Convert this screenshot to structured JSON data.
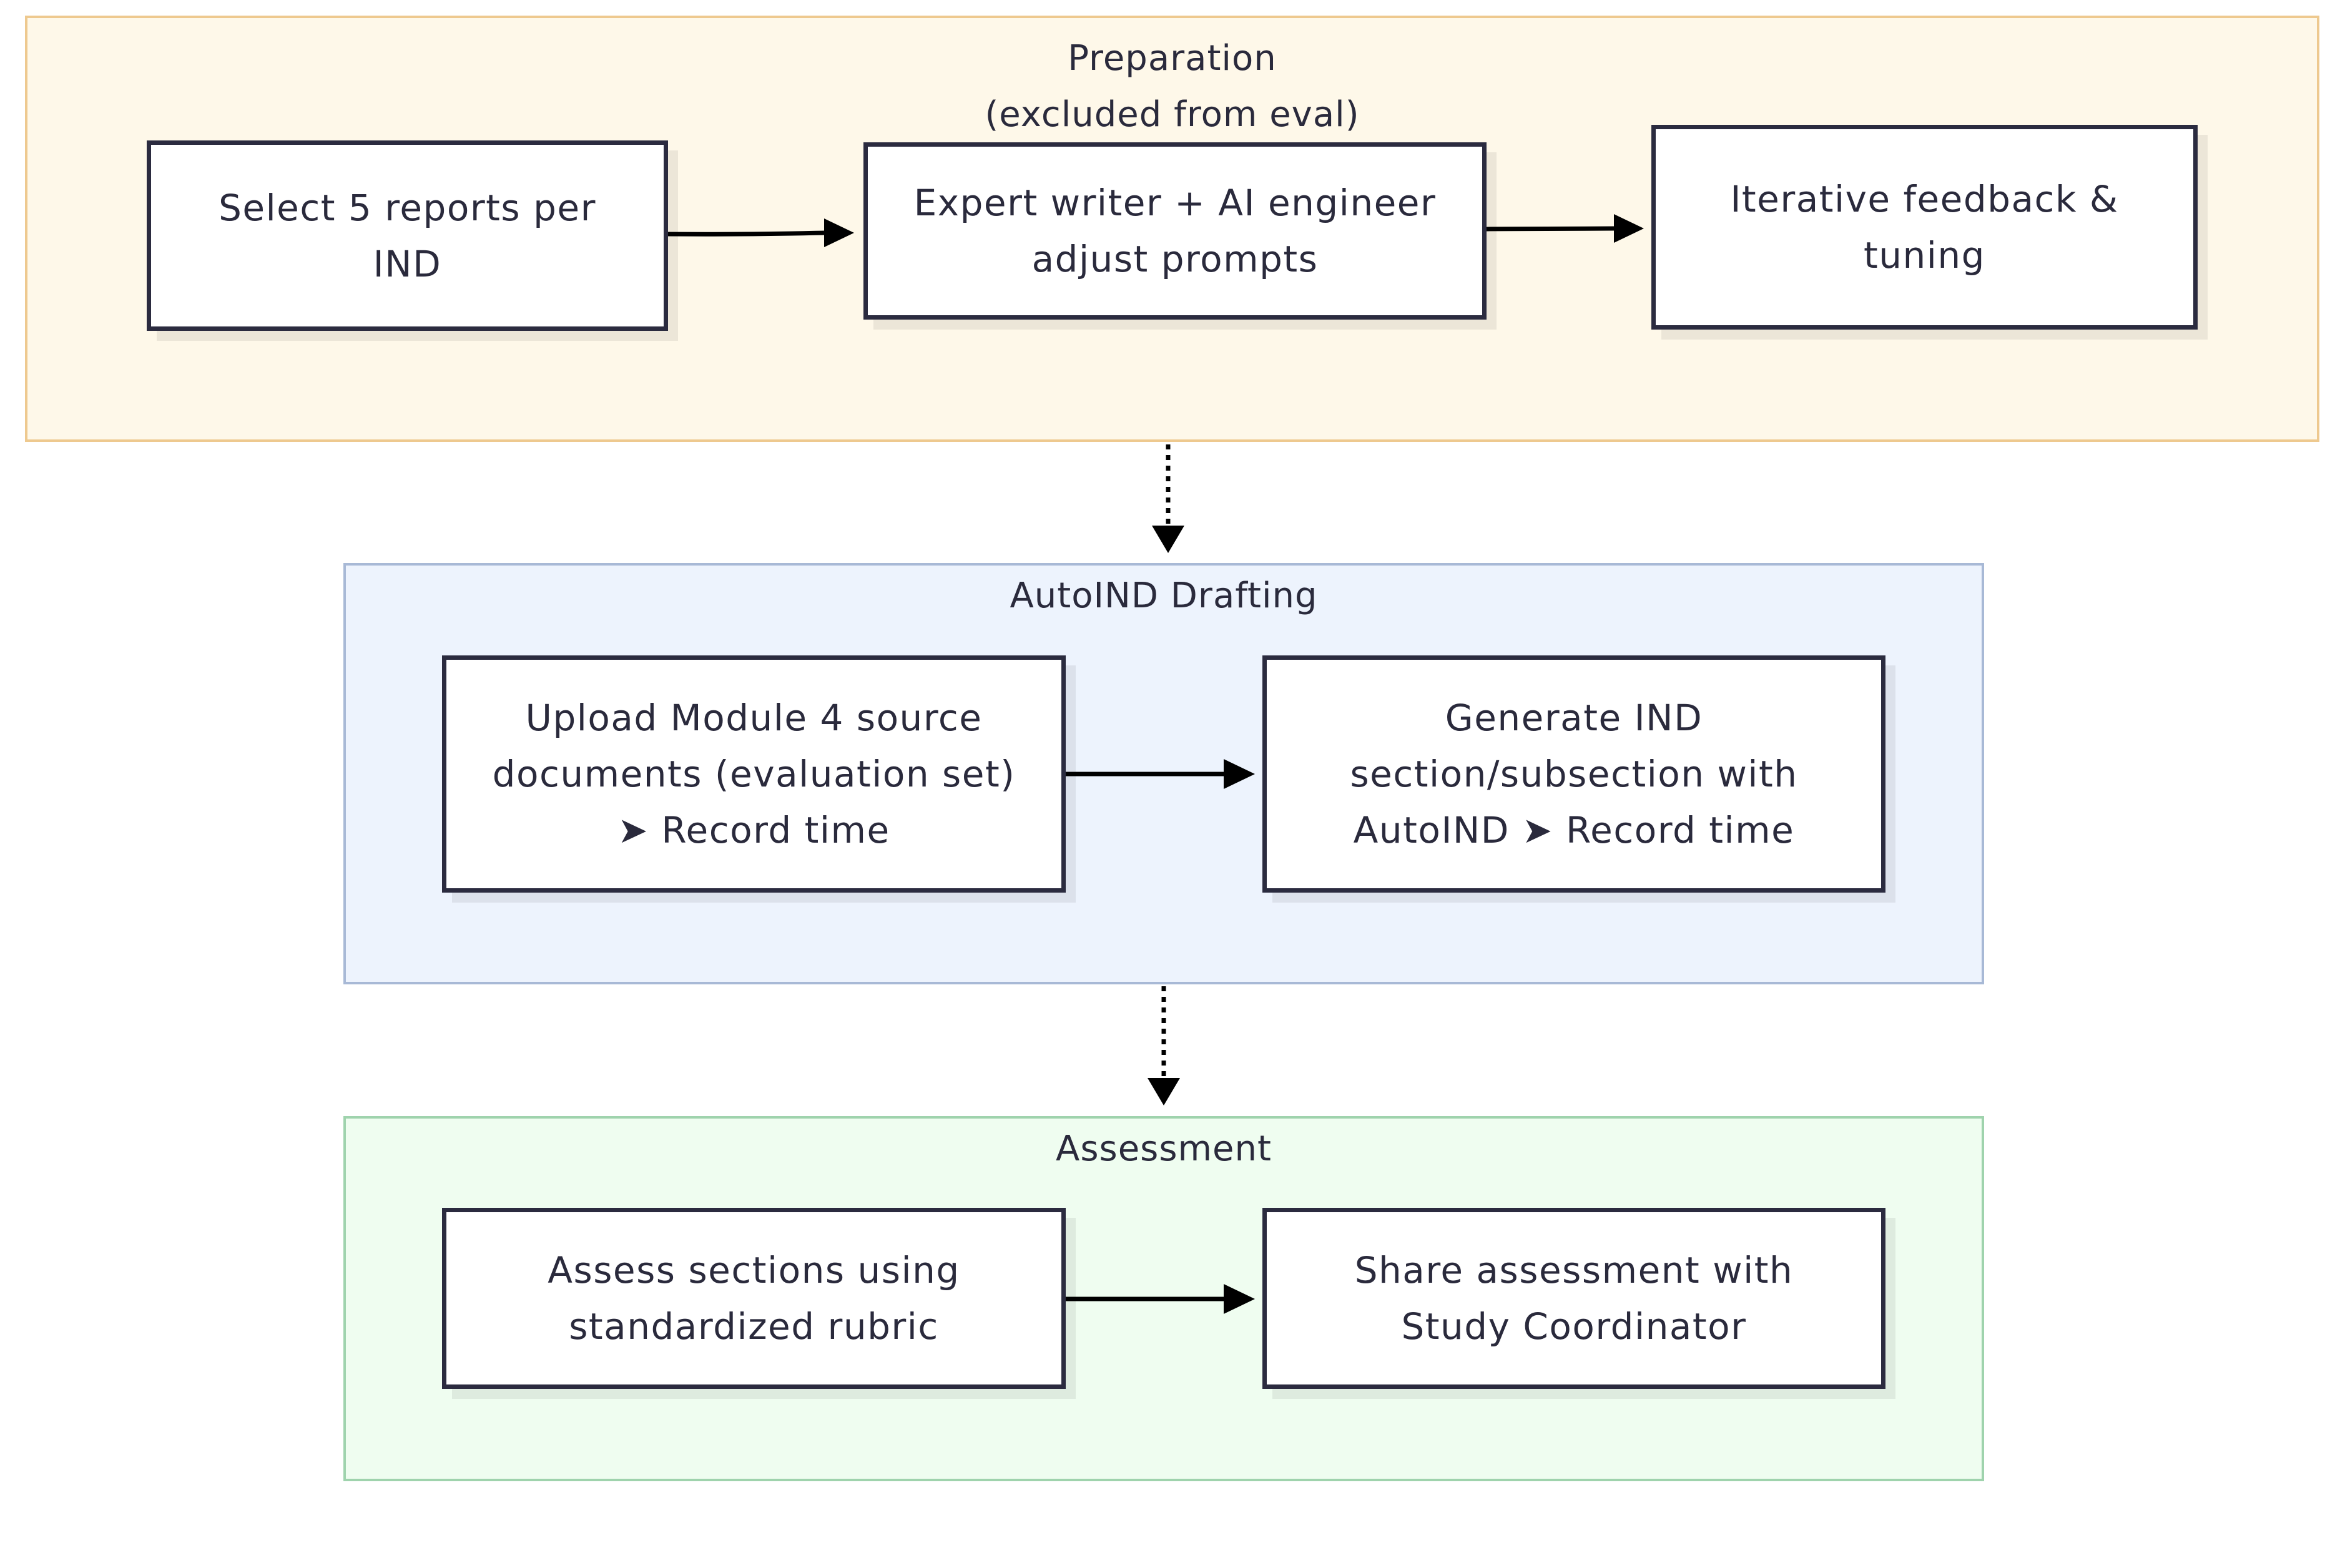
{
  "colors": {
    "preparation_fill": "#fef8e9",
    "preparation_border": "#eec98f",
    "drafting_fill": "#edf3fd",
    "drafting_border": "#a8b9d6",
    "assessment_fill": "#effdf0",
    "assessment_border": "#9fd3ad",
    "node_border": "#2b2b3f",
    "arrow": "#000000"
  },
  "groups": {
    "preparation": {
      "title": "Preparation\n(excluded from eval)",
      "nodes": [
        {
          "label": "Select 5 reports per\nIND"
        },
        {
          "label": "Expert writer + AI engineer\nadjust prompts"
        },
        {
          "label": "Iterative feedback &\ntuning"
        }
      ]
    },
    "drafting": {
      "title": "AutoIND Drafting",
      "nodes": [
        {
          "label": "Upload Module 4 source\ndocuments (evaluation set)\n➤ Record time"
        },
        {
          "label": "Generate IND\nsection/subsection with\nAutoIND ➤ Record time"
        }
      ]
    },
    "assessment": {
      "title": "Assessment",
      "nodes": [
        {
          "label": "Assess sections using\nstandardized rubric"
        },
        {
          "label": "Share assessment with\nStudy Coordinator"
        }
      ]
    }
  }
}
